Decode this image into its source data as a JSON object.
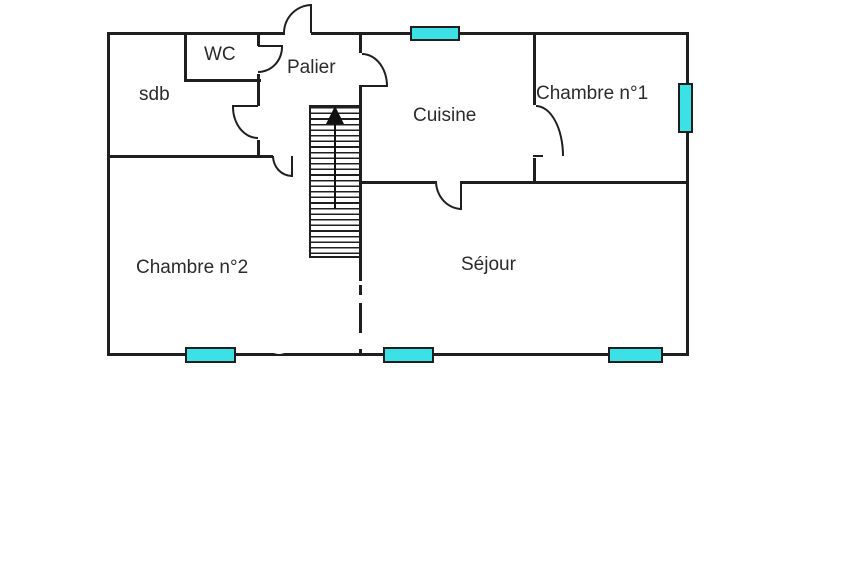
{
  "plan": {
    "title": "floor-plan",
    "rooms": [
      {
        "name": "sdb",
        "label": "sdb"
      },
      {
        "name": "wc",
        "label": "WC"
      },
      {
        "name": "palier",
        "label": "Palier"
      },
      {
        "name": "cuisine",
        "label": "Cuisine"
      },
      {
        "name": "chambre-1",
        "label": "Chambre n°1"
      },
      {
        "name": "chambre-2",
        "label": "Chambre n°2"
      },
      {
        "name": "sejour",
        "label": "Séjour"
      }
    ],
    "stairs": {
      "arrow_direction": "up"
    },
    "windows": {
      "color": "#3ce1e6",
      "count": 5,
      "locations": [
        "top-cuisine",
        "right-chambre-1",
        "bottom-chambre-2",
        "bottom-sejour-left",
        "bottom-sejour-right"
      ]
    },
    "colors": {
      "wall": "#1f1f1f",
      "background": "#ffffff",
      "arrow": "#111111"
    }
  }
}
